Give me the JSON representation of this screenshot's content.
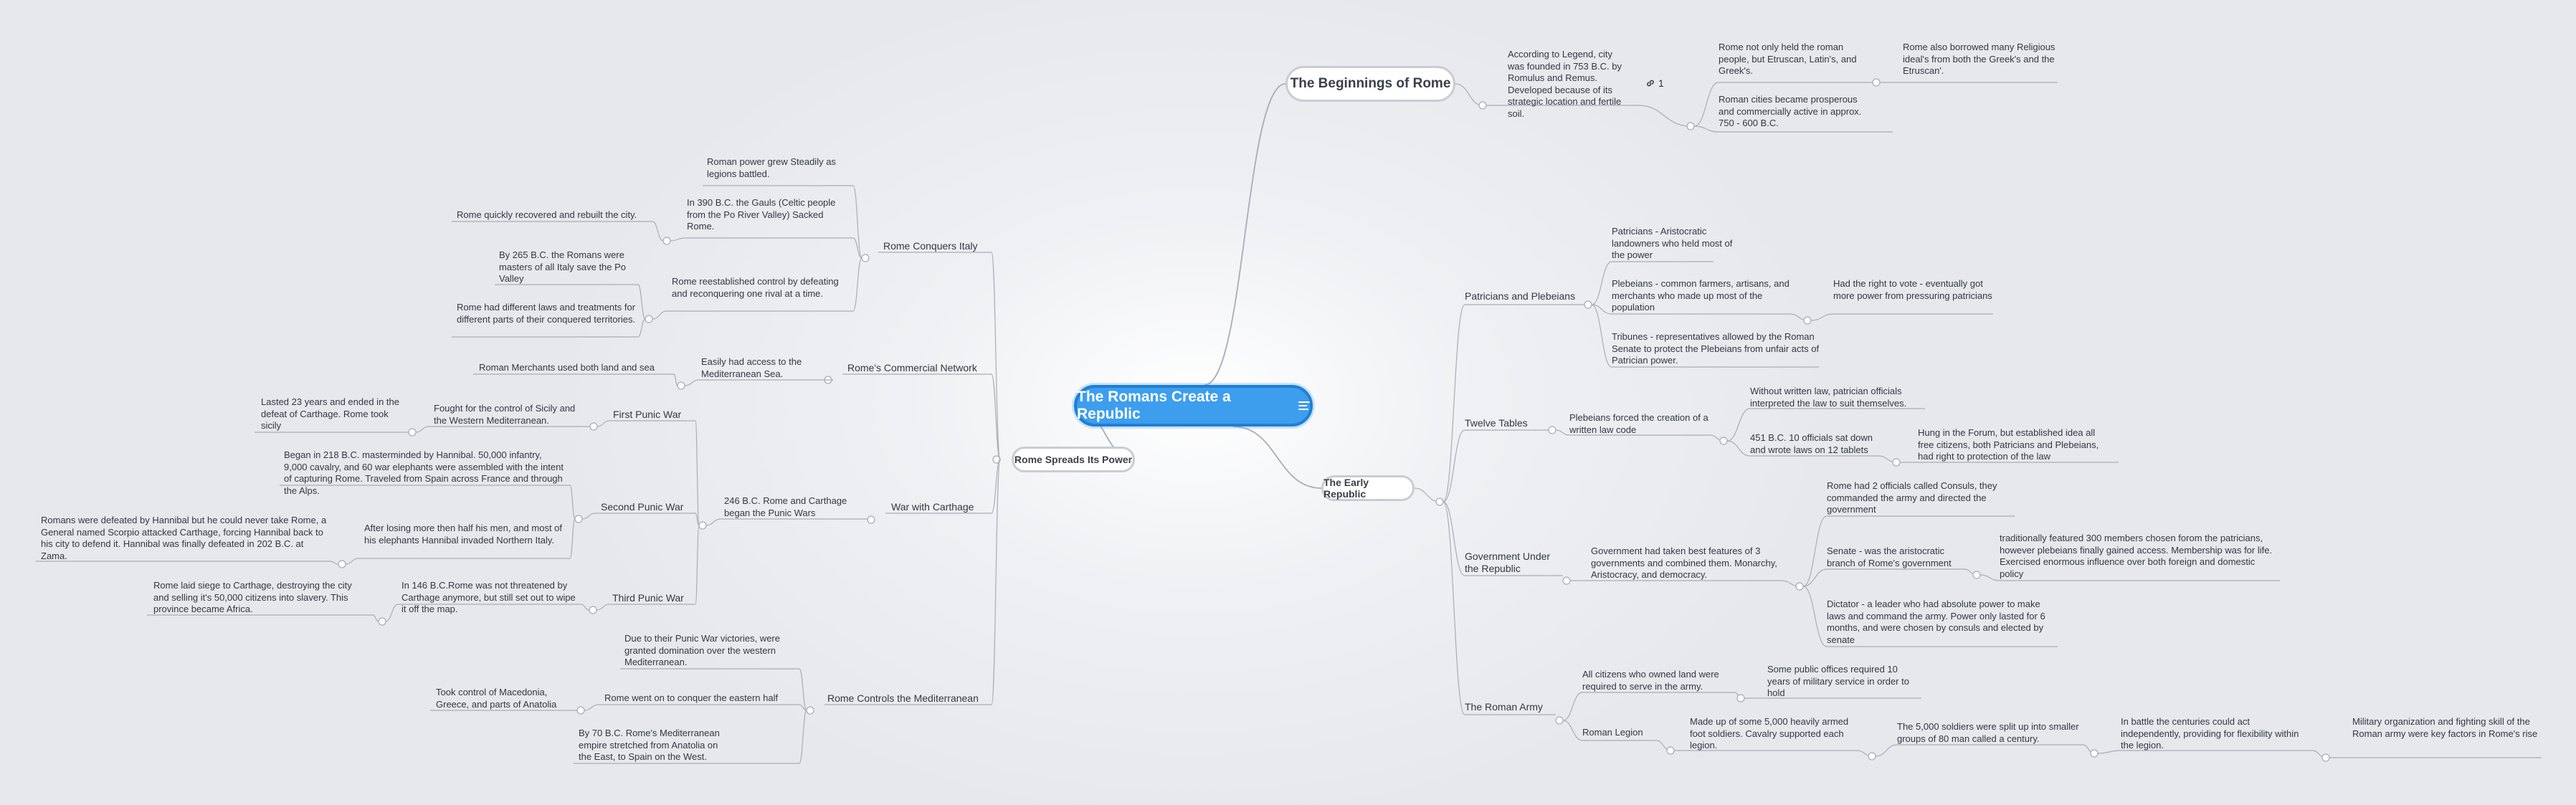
{
  "central": {
    "title": "The Romans Create a Republic"
  },
  "main_topics": {
    "beginnings": "The Beginnings of Rome",
    "early_republic": "The Early Republic",
    "spreads": "Rome Spreads Its Power"
  },
  "beginnings": {
    "legend": "According to Legend, city was founded in 753 B.C. by Romulus and Remus. Developed because of its strategic location and fertile soil.",
    "link_count": "1",
    "held": "Rome not only held the roman people, but Etruscan, Latin's, and Greek's.",
    "borrowed": "Rome also borrowed many Religious ideal's from both the Greek's and the Etruscan'.",
    "prosperous": "Roman cities became prosperous and commercially active in approx. 750 - 600 B.C."
  },
  "republic": {
    "patricians_plebeians": "Patricians and Plebeians",
    "patricians": "Patricians - Aristocratic landowners who held most of the power",
    "plebeians": "Plebeians - common farmers, artisans, and merchants who made up most of the population",
    "vote": "Had the right to vote - eventually got more power from pressuring patricians",
    "tribunes": "Tribunes - representatives allowed by the Roman Senate to protect the Plebeians from unfair acts of Patrician power.",
    "twelve_tables": "Twelve Tables",
    "forced": "Plebeians forced the creation of a written law code",
    "unwritten": "Without written law, patrician officials interpreted the law to suit themselves.",
    "officials": "451 B.C. 10 officials sat down and wrote laws on 12 tablets",
    "hung": "Hung in the Forum, but established idea all free citizens, both Patricians and Plebeians, had right to protection of the law",
    "government": "Government Under the Republic",
    "features": "Government had taken best features of 3 governments and combined them. Monarchy, Aristocracy, and democracy.",
    "consuls": "Rome had 2 officials called Consuls, they commanded the army and directed the government",
    "senate": "Senate - was the aristocratic branch of Rome's government",
    "senate_detail": "traditionally featured 300 members chosen forom the patricians, however plebeians finally gained access. Membership was for life. Exercised enormous influence over both foreign and domestic policy",
    "dictator": "Dictator - a leader who had absolute power to make laws and command the army. Power only lasted for 6 months, and were chosen by consuls and elected by senate",
    "army": "The Roman Army",
    "citizens": "All citizens who owned land were required to serve in the army.",
    "offices": "Some public offices required 10 years of military service in order to hold",
    "legion": "Roman Legion",
    "legion_made": "Made up of some 5,000 heavily armed foot soldiers. Cavalry supported each legion.",
    "split": "The 5,000 soldiers were split up into smaller groups of 80 man called a century.",
    "battle": "In battle the centuries could act independently, providing for flexibility within the legion.",
    "military": "Military organization and fighting skill of the Roman army were key factors in Rome's rise"
  },
  "spreads": {
    "conquers_italy": "Rome Conquers Italy",
    "power_grew": "Roman power grew Steadily as legions battled.",
    "gauls": "In 390 B.C. the Gauls (Celtic people from the Po River Valley) Sacked Rome.",
    "recovered": "Rome quickly recovered and rebuilt the city.",
    "reestablished": "Rome reestablished control by defeating and reconquering one rival at a time.",
    "by265": "By 265 B.C. the Romans were masters of all Italy save the Po Valley",
    "laws": "Rome had different laws and treatments for different parts of their conquered territories.",
    "commercial": "Rome's Commercial Network",
    "easily": "Easily had access to the Mediterranean Sea.",
    "merchants": "Roman Merchants used both land and sea",
    "war": "War with Carthage",
    "began": "246 B.C. Rome and Carthage began the Punic Wars",
    "first": "First Punic War",
    "sicily": "Fought for the control of Sicily and the Western Mediterranean.",
    "lasted": "Lasted 23 years and ended in the defeat of Carthage. Rome took sicily",
    "second": "Second Punic War",
    "hannibal": "Began in 218 B.C. masterminded by Hannibal. 50,000 infantry, 9,000 cavalry, and 60 war elephants were assembled with the intent of capturing Rome. Traveled from Spain across France and through the Alps.",
    "after": "After losing more then half his men, and most of his elephants Hannibal invaded Northern Italy.",
    "defeated": "Romans were defeated by Hannibal but he could never take Rome, a General named Scorpio attacked Carthage, forcing Hannibal back to his city to defend it. Hannibal was finally defeated in 202 B.C. at Zama.",
    "third": "Third Punic War",
    "in146": "In 146 B.C.Rome was not threatened by Carthage anymore, but still set out to wipe it off the map.",
    "siege": "Rome laid siege to Carthage, destroying the city and selling it's 50,000 citizens into slavery. This province became Africa.",
    "controls": "Rome Controls the Mediterranean",
    "due": "Due to their Punic War victories, were granted domination over the western Mediterranean.",
    "eastern": "Rome went on to conquer the eastern half",
    "macedonia": "Took control of Macedonia, Greece, and parts of Anatolia",
    "by70": "By 70 B.C. Rome's Mediterranean empire stretched from Anatolia on the East, to Spain on the West."
  },
  "colors": {
    "central": "#3d9eee",
    "central_border": "#1f7fd6",
    "line": "#a9adb5",
    "text": "#333740"
  }
}
